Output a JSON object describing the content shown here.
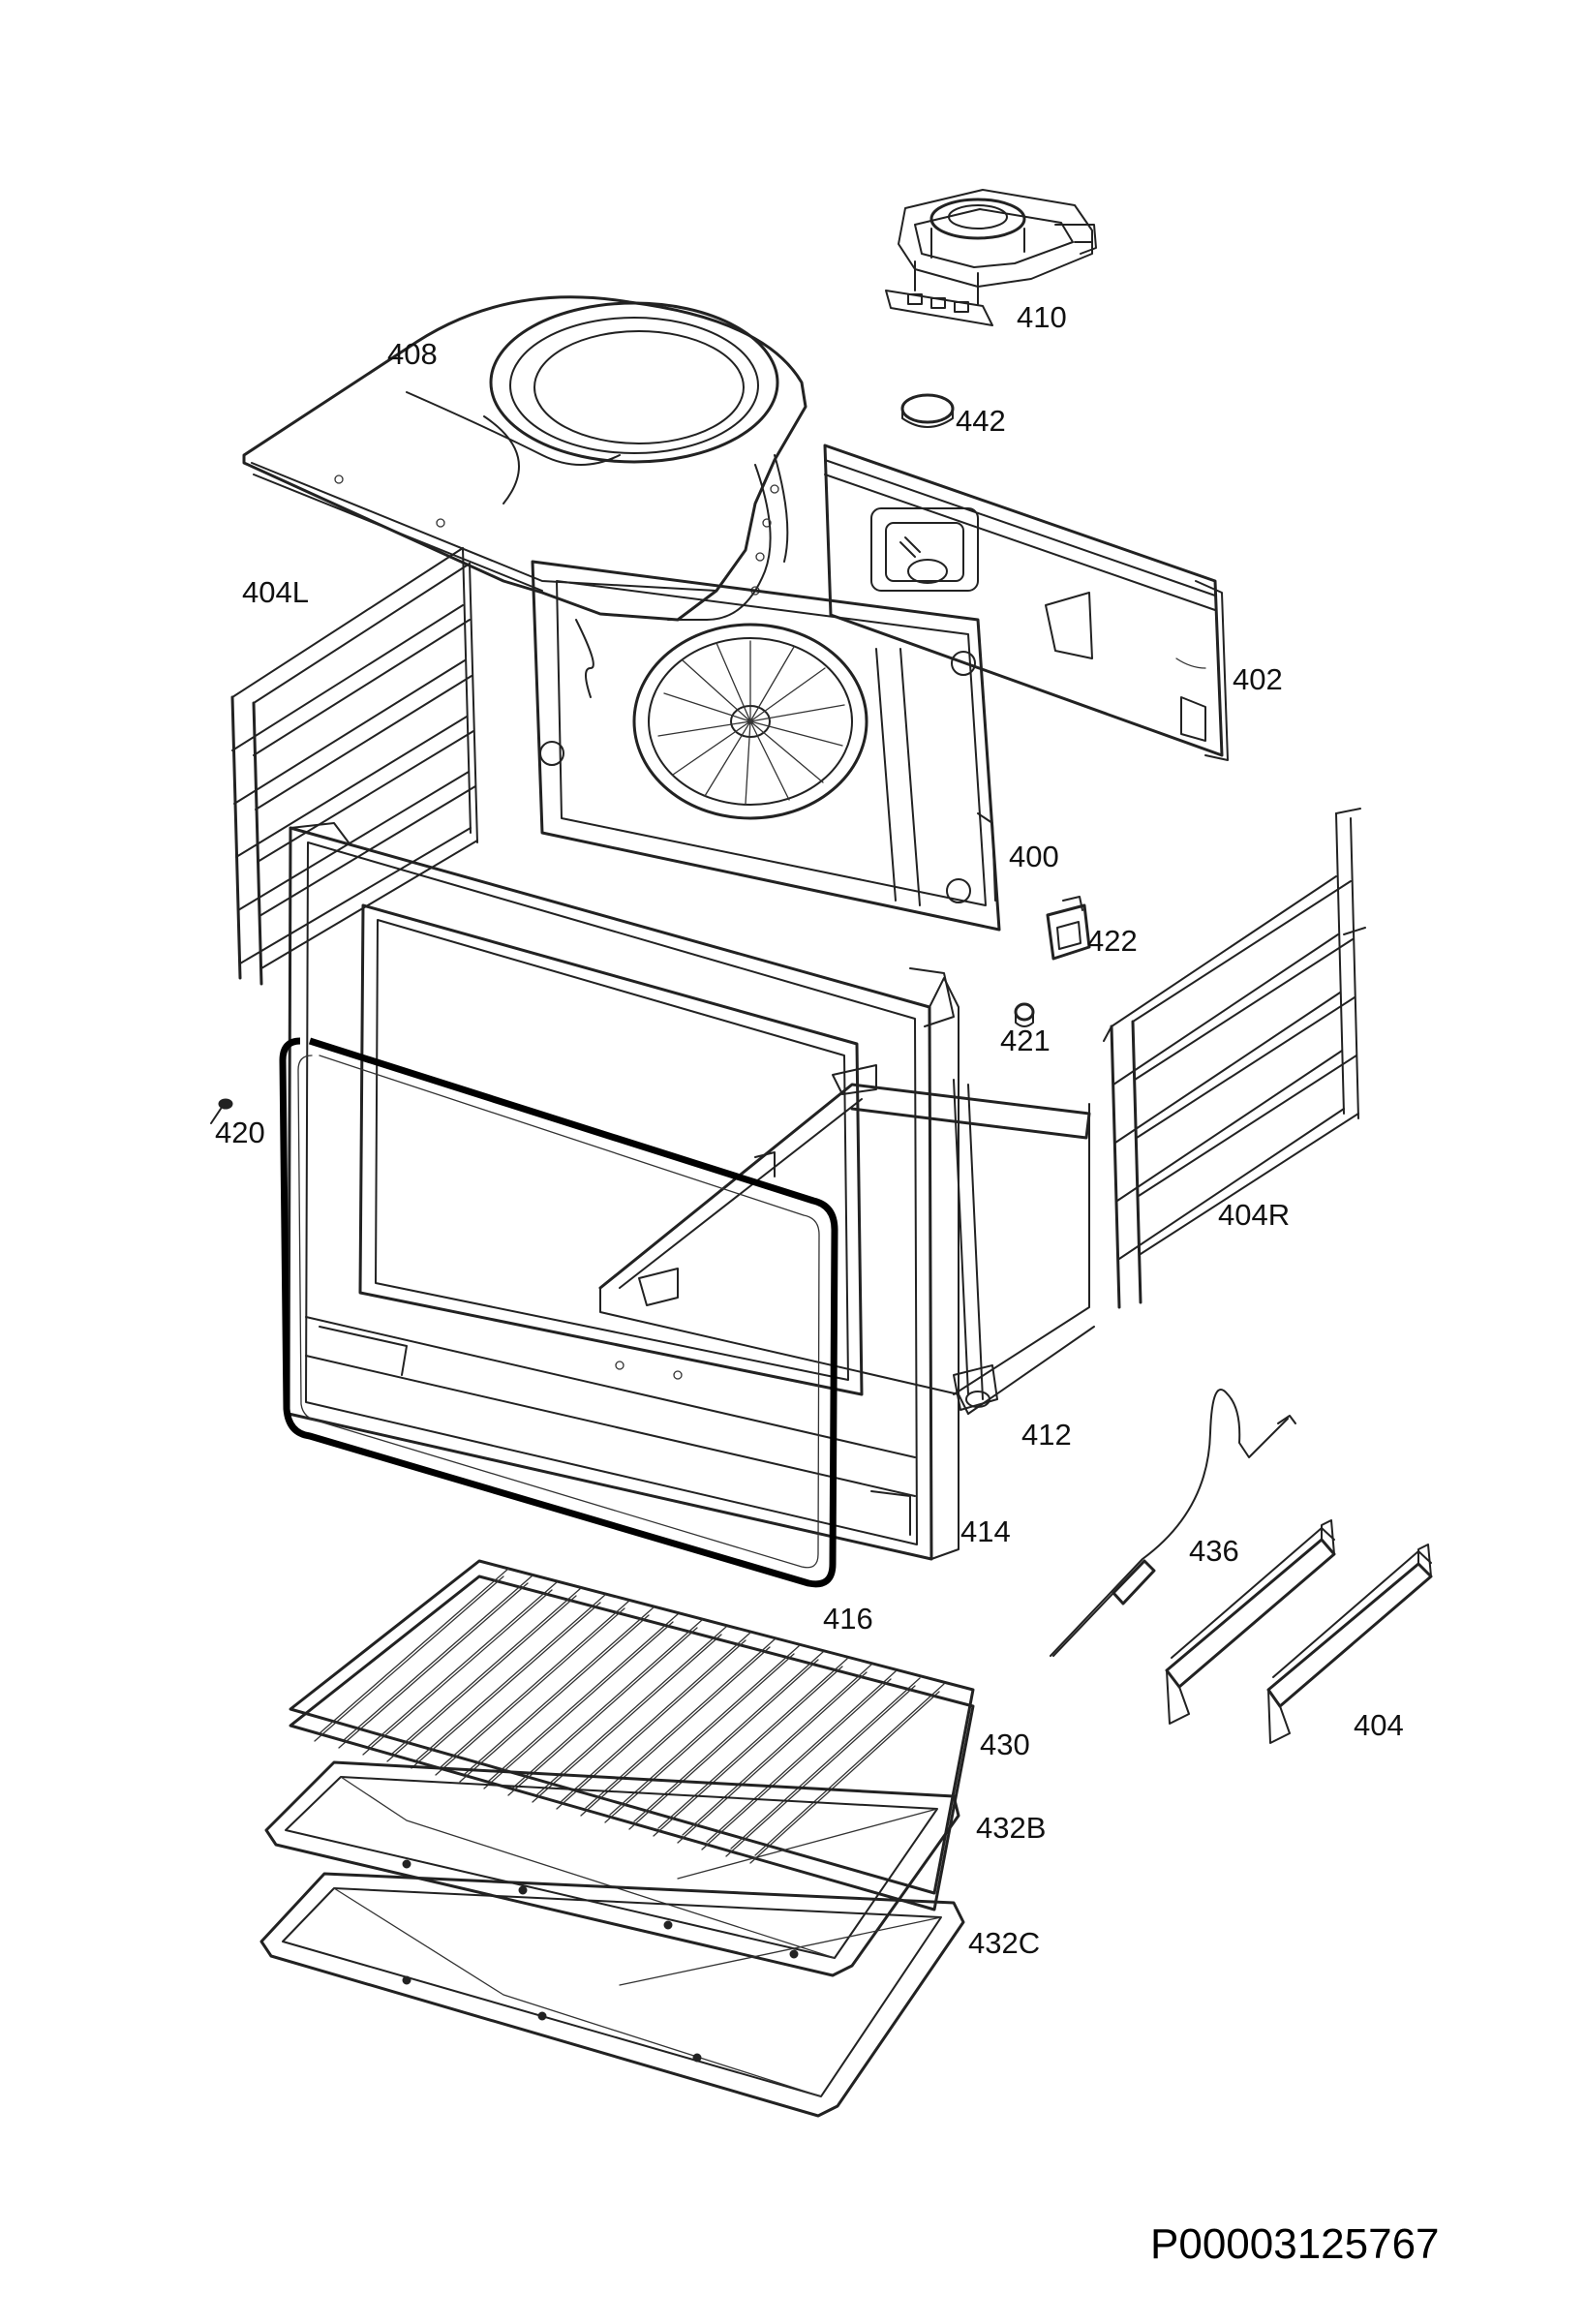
{
  "diagram": {
    "reference_code": "P00003125767",
    "parts": [
      {
        "id": "p408",
        "label": "408"
      },
      {
        "id": "p410",
        "label": "410"
      },
      {
        "id": "p442",
        "label": "442"
      },
      {
        "id": "p404L",
        "label": "404L"
      },
      {
        "id": "p402",
        "label": "402"
      },
      {
        "id": "p400",
        "label": "400"
      },
      {
        "id": "p422",
        "label": "422"
      },
      {
        "id": "p421",
        "label": "421"
      },
      {
        "id": "p420",
        "label": "420"
      },
      {
        "id": "p404R",
        "label": "404R"
      },
      {
        "id": "p412",
        "label": "412"
      },
      {
        "id": "p414",
        "label": "414"
      },
      {
        "id": "p436",
        "label": "436"
      },
      {
        "id": "p416",
        "label": "416"
      },
      {
        "id": "p430",
        "label": "430"
      },
      {
        "id": "p404",
        "label": "404"
      },
      {
        "id": "p432B",
        "label": "432B"
      },
      {
        "id": "p432C",
        "label": "432C"
      }
    ]
  }
}
